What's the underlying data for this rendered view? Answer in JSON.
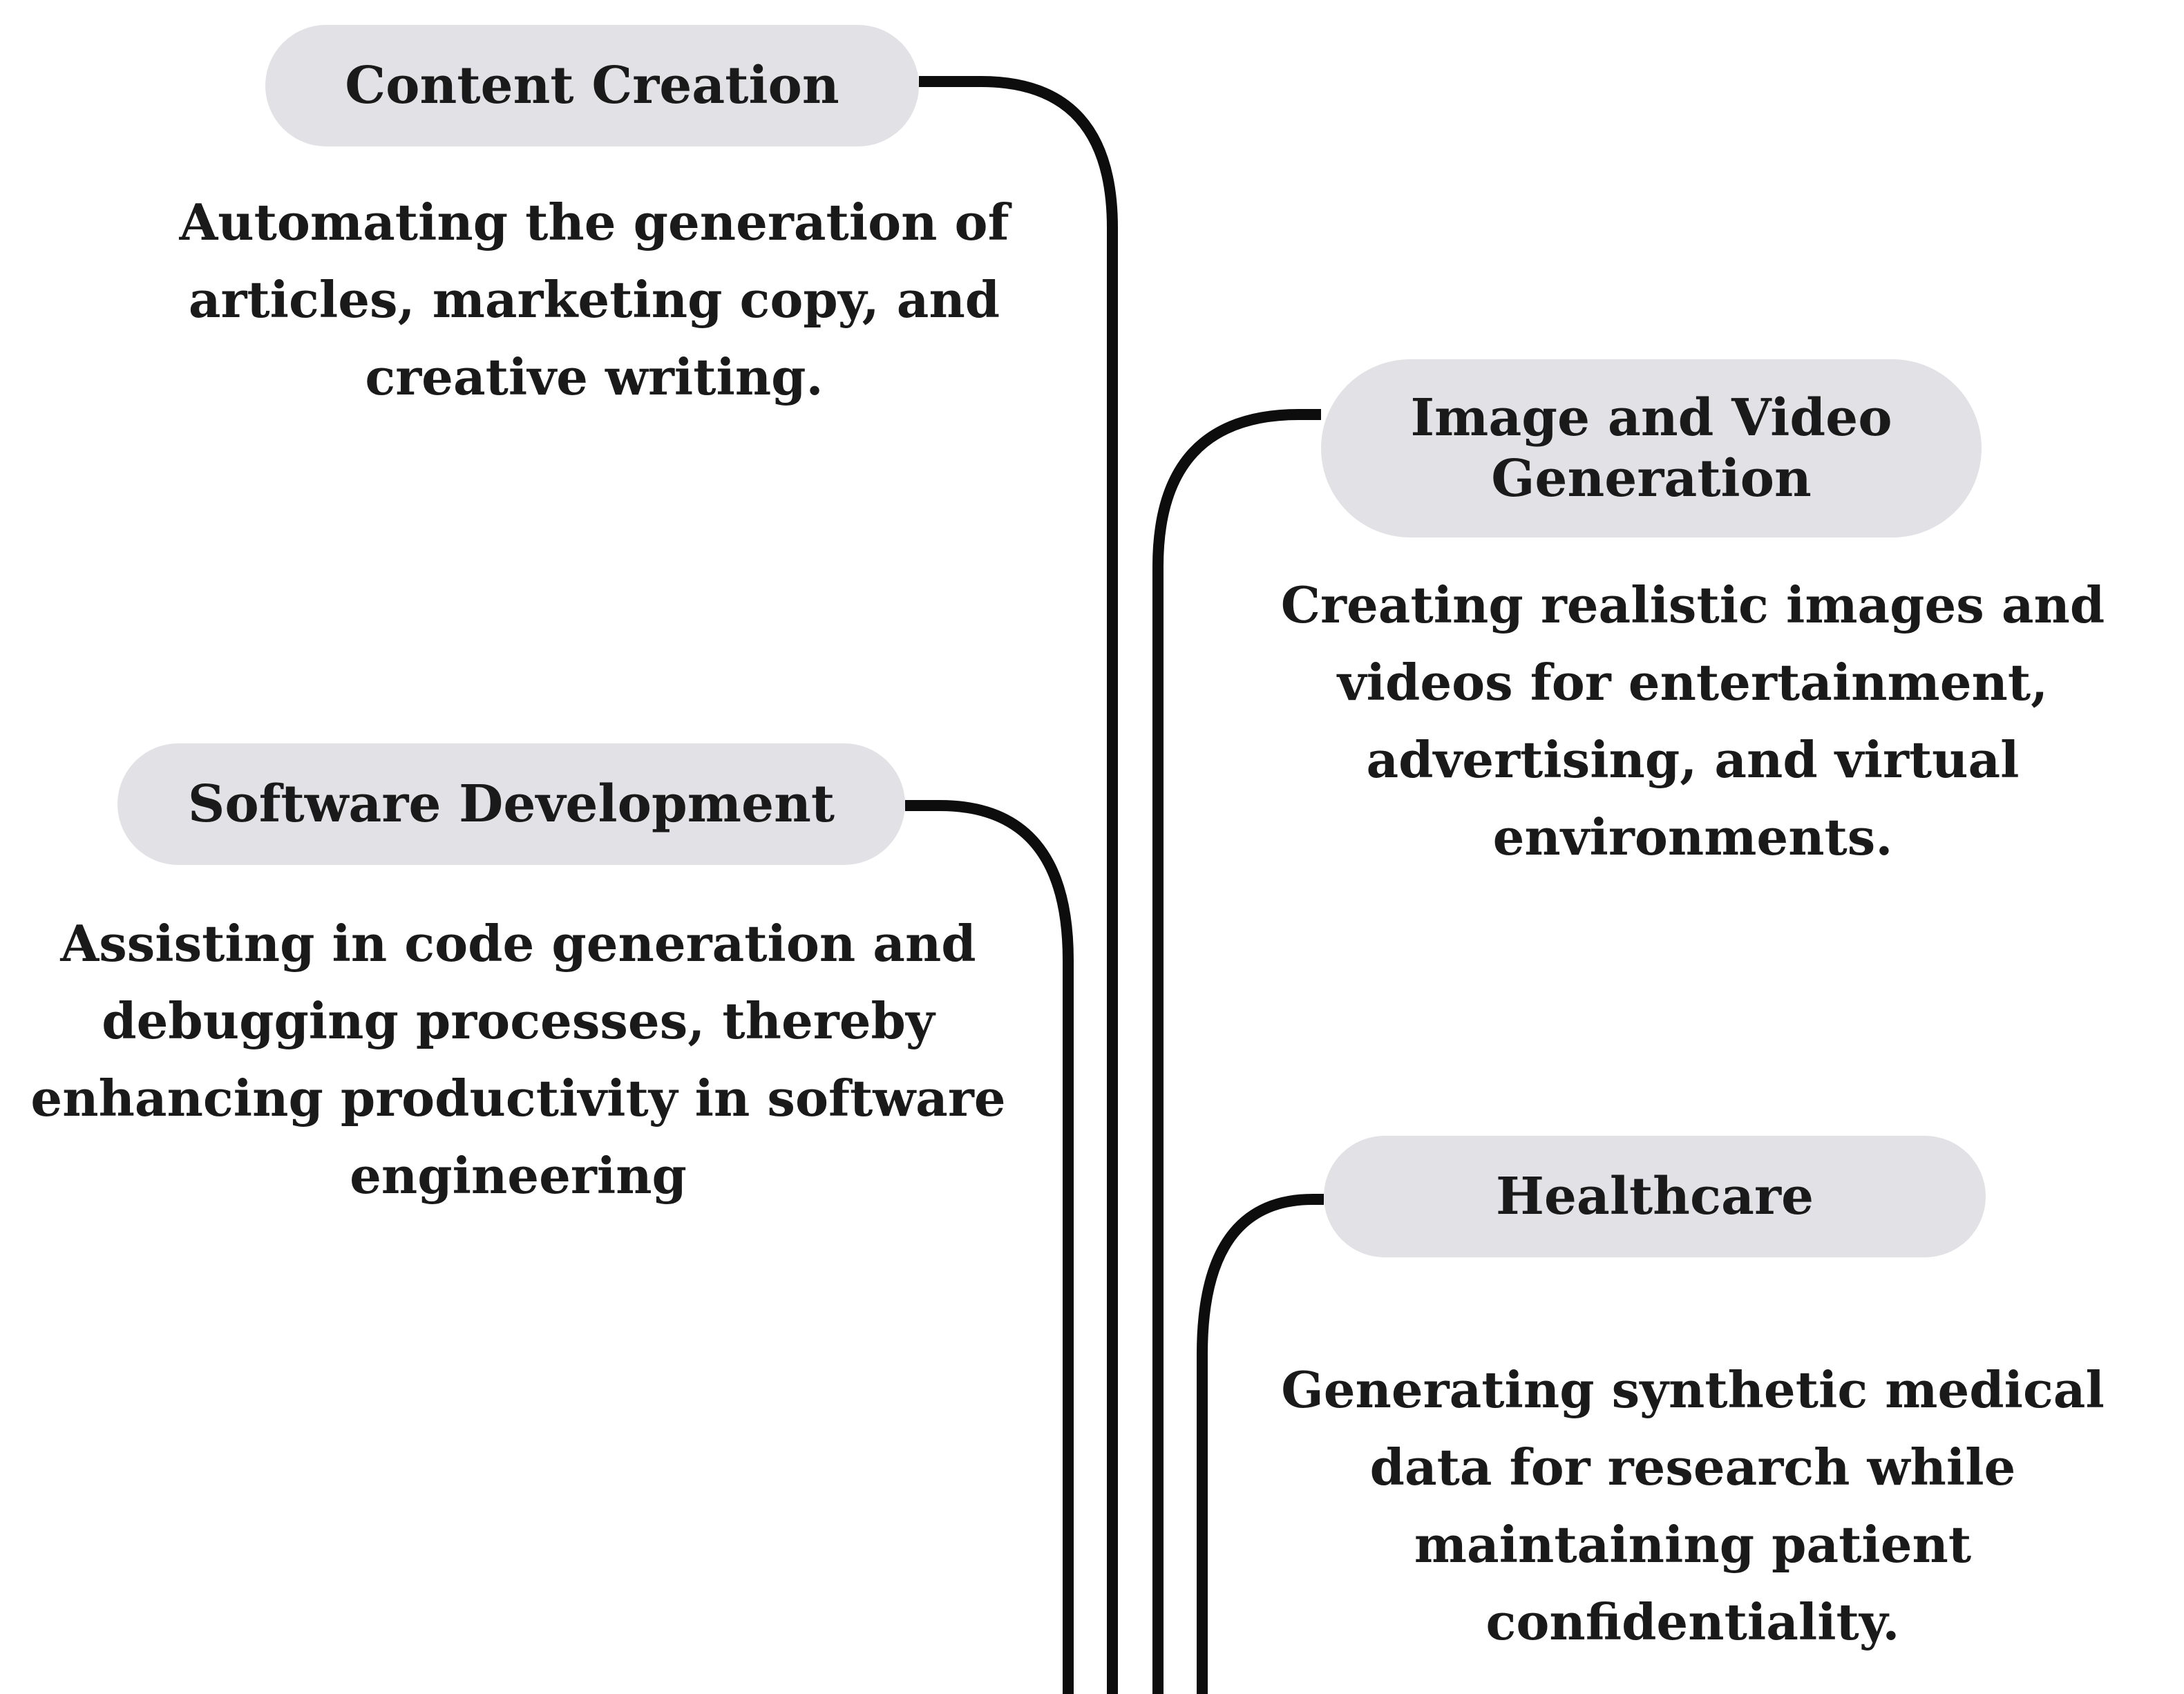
{
  "nodes": [
    {
      "title": "Content Creation",
      "description": "Automating the generation of articles, marketing copy, and creative writing."
    },
    {
      "title": "Image and Video Generation",
      "description": "Creating realistic images and videos for entertainment, advertising, and virtual environments."
    },
    {
      "title": "Software Development",
      "description": "Assisting in code generation and debugging processes, thereby enhancing productivity in software engineering"
    },
    {
      "title": "Healthcare",
      "description": "Generating synthetic medical data for research while maintaining patient confidentiality."
    }
  ],
  "colors": {
    "pill_fill": "#e2e2e6",
    "connector": "#0d0d0d",
    "text": "#1a1a1a"
  }
}
